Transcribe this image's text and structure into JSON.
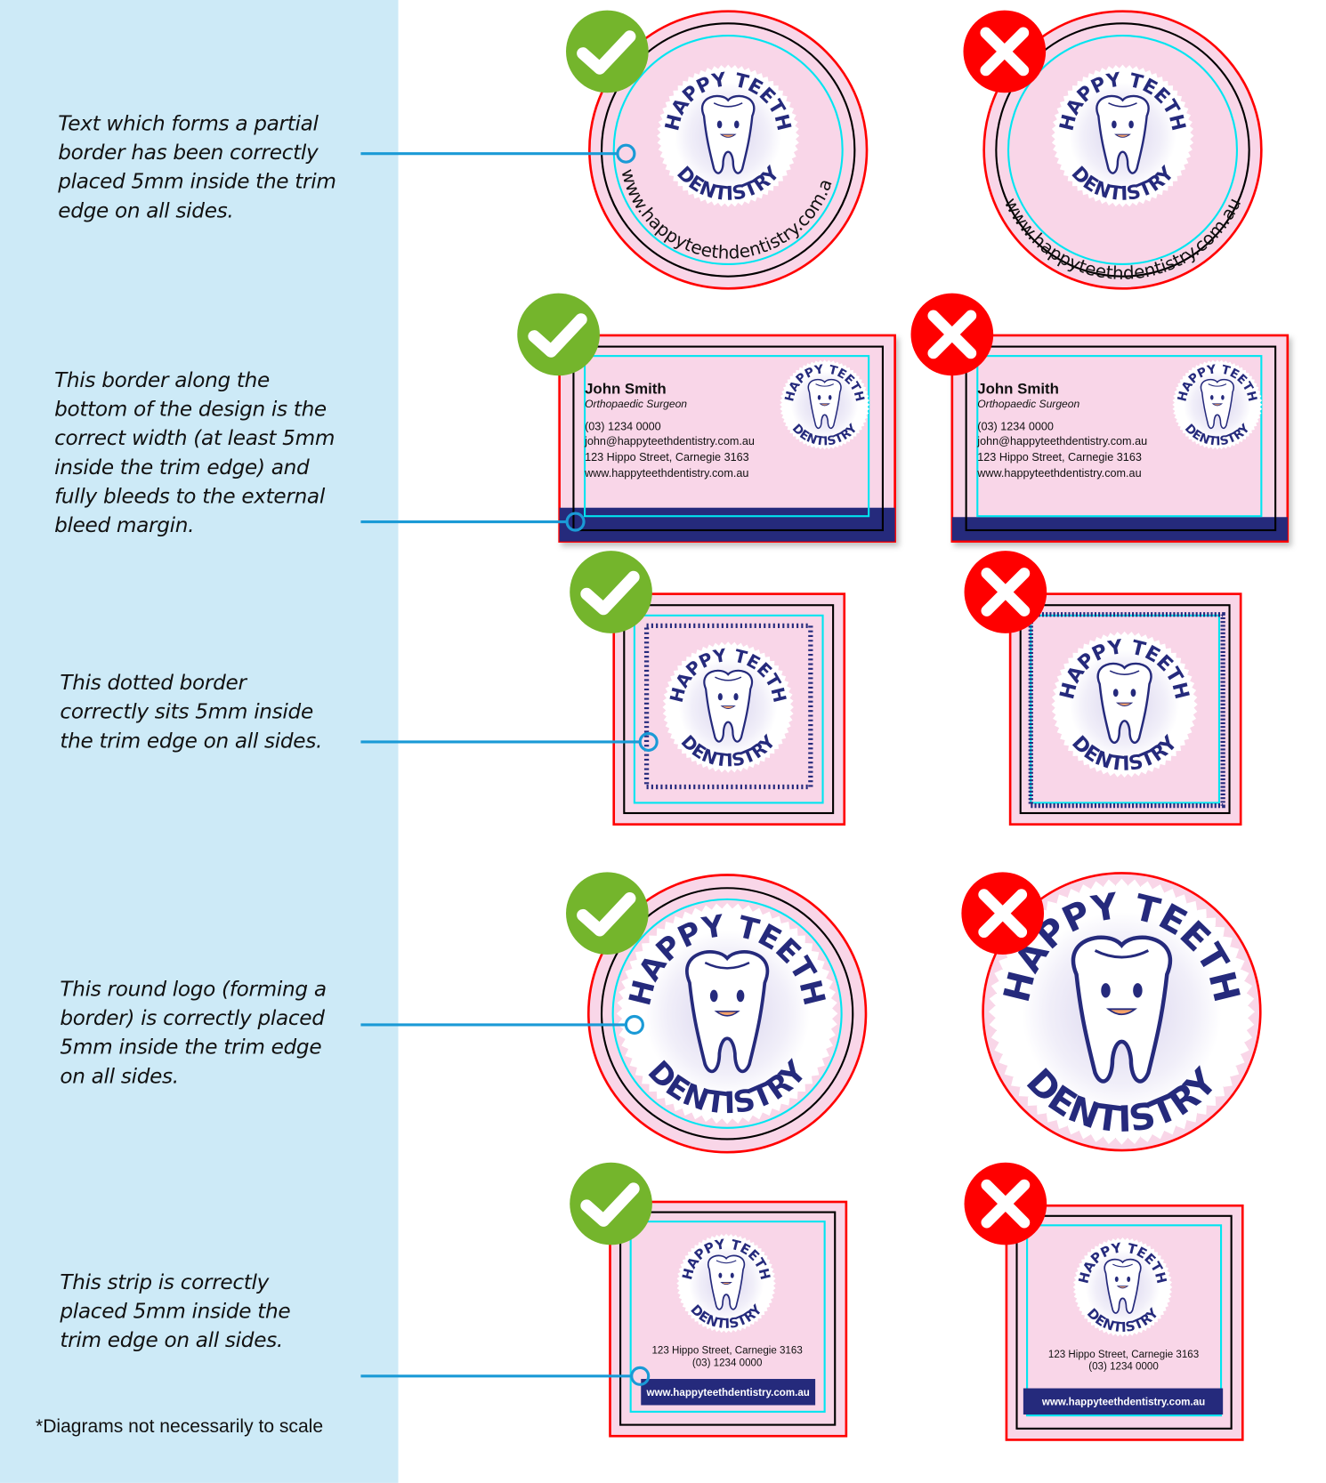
{
  "notes": [
    "Text which forms a partial border has been correctly placed 5mm inside the trim edge on all sides.",
    "This border along the bottom of the design is the correct width (at least 5mm inside the trim edge) and fully bleeds to the external bleed margin.",
    "This dotted border correctly sits 5mm inside the trim edge on all sides.",
    "This round logo (forming a border) is correctly placed 5mm inside the trim edge on all sides.",
    "This strip is correctly placed 5mm inside the trim edge on all sides."
  ],
  "footnote": "*Diagrams not necessarily to scale",
  "logo": {
    "top": "HAPPY TEETH",
    "bottom": "DENTISTRY"
  },
  "website": "www.happyteethdentistry.com.au",
  "card": {
    "name": "John Smith",
    "title": "Orthopaedic Surgeon",
    "phone": "(03) 1234 0000",
    "email": "john@happyteethdentistry.com.au",
    "address": "123 Hippo Street, Carnegie 3163",
    "web": "www.happyteethdentistry.com.au"
  },
  "square": {
    "address": "123 Hippo Street, Carnegie 3163",
    "phone": "(03) 1234 0000",
    "web": "www.happyteethdentistry.com.au"
  },
  "badges": {
    "correct": "check-icon",
    "incorrect": "cross-icon"
  },
  "colors": {
    "panel": "#cdeaf7",
    "bleed": "#ff0000",
    "trim": "#000000",
    "safe": "#00e5f0",
    "paper": "#f9d6e8",
    "navy": "#252a7c",
    "leader": "#1a9ad6",
    "correct": "#74b52c",
    "incorrect": "#ff0000"
  }
}
